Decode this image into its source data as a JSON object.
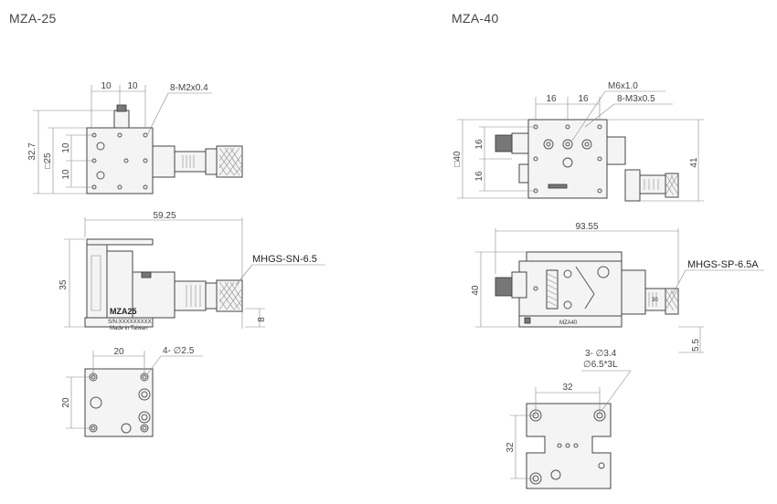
{
  "models": [
    {
      "title": "MZA-25",
      "top": {
        "dim_a": "10",
        "dim_b": "10",
        "screw": "8-M2x0.4",
        "outer": "32.7",
        "square": "□25",
        "side_a": "10",
        "side_b": "10"
      },
      "front": {
        "width": "59.25",
        "height": "35",
        "offset": "8",
        "micrometer": "MHGS-SN-6.5",
        "engrave_model": "MZA25",
        "engrave_sn": "S/N:XXXXXXXXX",
        "engrave_made": "Made in Taiwan"
      },
      "bottom": {
        "pitch": "20",
        "pitch_side": "20",
        "holes": "4- ∅2.5"
      }
    },
    {
      "title": "MZA-40",
      "top": {
        "dim_a": "16",
        "dim_b": "16",
        "screw_a": "M6x1.0",
        "screw_b": "8-M3x0.5",
        "square": "□40",
        "side_a": "16",
        "side_b": "16",
        "outer": "41"
      },
      "front": {
        "width": "93.55",
        "height": "40",
        "offset": "5.5",
        "micrometer": "MHGS-SP-6.5A",
        "engrave_model": "MZA40"
      },
      "bottom": {
        "holes_a": "3- ∅3.4",
        "holes_b": "∅6.5*3L",
        "pitch": "32",
        "pitch_side": "32"
      }
    }
  ]
}
